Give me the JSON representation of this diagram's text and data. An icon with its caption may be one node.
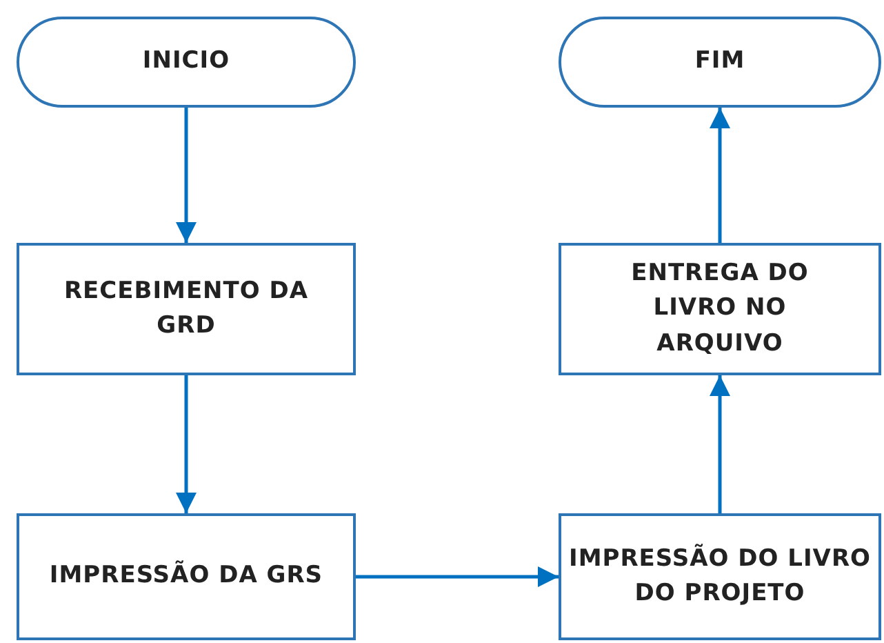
{
  "diagram": {
    "nodes": [
      {
        "text": [
          "INICIO"
        ]
      },
      {
        "text": [
          "FIM"
        ]
      },
      {
        "text": [
          "RECEBIMENTO DA GRD"
        ]
      },
      {
        "text": [
          "ENTREGA DO LIVRO NO ARQUIVO"
        ]
      },
      {
        "text": [
          "IMPRESSÃO DA GRS"
        ]
      },
      {
        "text": [
          "IMPRESSÃO DO LIVRO DO PROJETO"
        ]
      }
    ],
    "edges": [
      {
        "from": 0,
        "to": 2,
        "arrow": "to"
      },
      {
        "from": 2,
        "to": 4,
        "arrow": "to"
      },
      {
        "from": 4,
        "to": 5,
        "arrow": "to"
      },
      {
        "from": 5,
        "to": 3,
        "arrow": "to"
      },
      {
        "from": 3,
        "to": 1,
        "arrow": "to"
      }
    ]
  }
}
